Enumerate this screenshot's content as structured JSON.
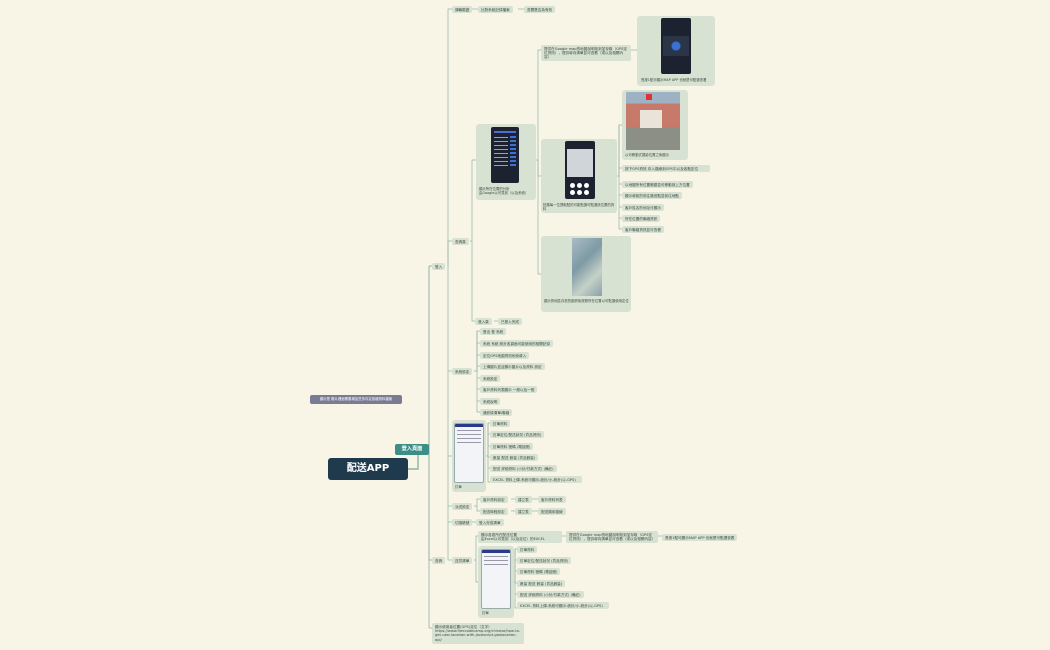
{
  "root": "配送APP",
  "login": "登入頁面",
  "floating_note": "顯示是 壓片裡面需要增加些多存定各種資料檔案",
  "branch_top": {
    "label": "登入",
    "tag": "傳輸驗證",
    "step1": "比對系統記錄檔案",
    "step2": "查閱是否為有效"
  },
  "map_entry": {
    "label": "查詢頁",
    "caption": "顯示所在位置的分析\n由Google以可見到（以及系統）"
  },
  "map_detail": "提供在Google map的地圖說明找到並存取（GPS定位資訊），提供導向清單並可查看（或以及相關內容）",
  "map_card_caption": "長按1點可顯示MAP APP 也就是可點選查看",
  "photo_card_caption": "拍攝每一位提取點的可能點選可點選該位置的資料",
  "photo_caption": "以可移動式攝影位置之後顯示",
  "photo_items": [
    "按下GPS資訊 存入路線到GPS中以及各點定位",
    "以地圖所有位置範圍並可移動到上方位置",
    "顯示導航的前往路徑點並前往地點",
    "客戶姓名的地址可顯示",
    "所在位置的聯絡資訊",
    "客戶聯絡資訊並可查看"
  ],
  "aerial_caption": "顯示的地區存放的圖資後按照所在位置以可點選使用定位",
  "app_label": "進入頁",
  "app_status": "已登入完成",
  "settings_label": "系統設定",
  "settings_items": [
    "登出 登 系統",
    "系統 系統 統計各頁面可能使用的相關記錄",
    "定位GPS地圖資訊系統導入",
    "上傳圖片並且顯示圖片以及資料 設定",
    "系統設定",
    "客戶資料列表顯示 一般以及一般",
    "系統說明",
    "通訊錄清單/聯絡"
  ],
  "list_items": [
    "訂單資料",
    "訂單定位/配送狀況 (貨品資訊)",
    "訂單資料 號碼 (電話號)",
    "數量 配送 數量 (貨品數量)",
    "配送 詳細資料 (小計/付款方式) (備註)",
    "EXCEL 資料上傳-系統可顯示-統計/小-統計(以-GPS)"
  ],
  "list_phone_caption": "訂單",
  "assign_label": "派送設定",
  "assign_rows": [
    {
      "left": "客戶資料設定",
      "mid": "建立表",
      "right": "客戶資料列表"
    },
    {
      "left": "配送時程設定",
      "mid": "建立表",
      "right": "配送順序路線"
    }
  ],
  "switch_label": "切換帳號",
  "switch_child": "登入完成清單",
  "bottom_label": "查詢",
  "bottom_tag": "送貨清單",
  "bottom_main": "顯示各區所在配送位置\n由Excel以可見到（以及定位）的EXCEL",
  "bottom_detail": "提供在Google map的地圖說明找到並存取（GPS定位資訊），提供導向清單並可查看（或以及相關內容）",
  "bottom_right": "長按1點可顯示MAP APP 也就是可點選查看",
  "bottom_list": [
    "訂單資料",
    "訂單定位/配送狀況 (貨品資訊)",
    "訂單資料 號碼 (電話號)",
    "數量 配送 數量 (貨品數量)",
    "配送 詳細資料 (小計/付款方式) (備註)",
    "EXCEL 資料上傳-系統可顯示-統計/小-統計(以-GPS)"
  ],
  "bottom_phone_caption": "訂單",
  "footer_note": "顯示使用者位置(GPS)定位（文字）\nhttps://www.freecodecamp.org/chinese/how-to-get-user-location-with-javascript-geolocation-api/",
  "colors": {
    "bg": "#f8f5e6",
    "node": "#d8e2d2",
    "line": "#8fb3aa",
    "root": "#1f3a4d",
    "accent": "#3c8f86",
    "float": "#7a7c96"
  }
}
